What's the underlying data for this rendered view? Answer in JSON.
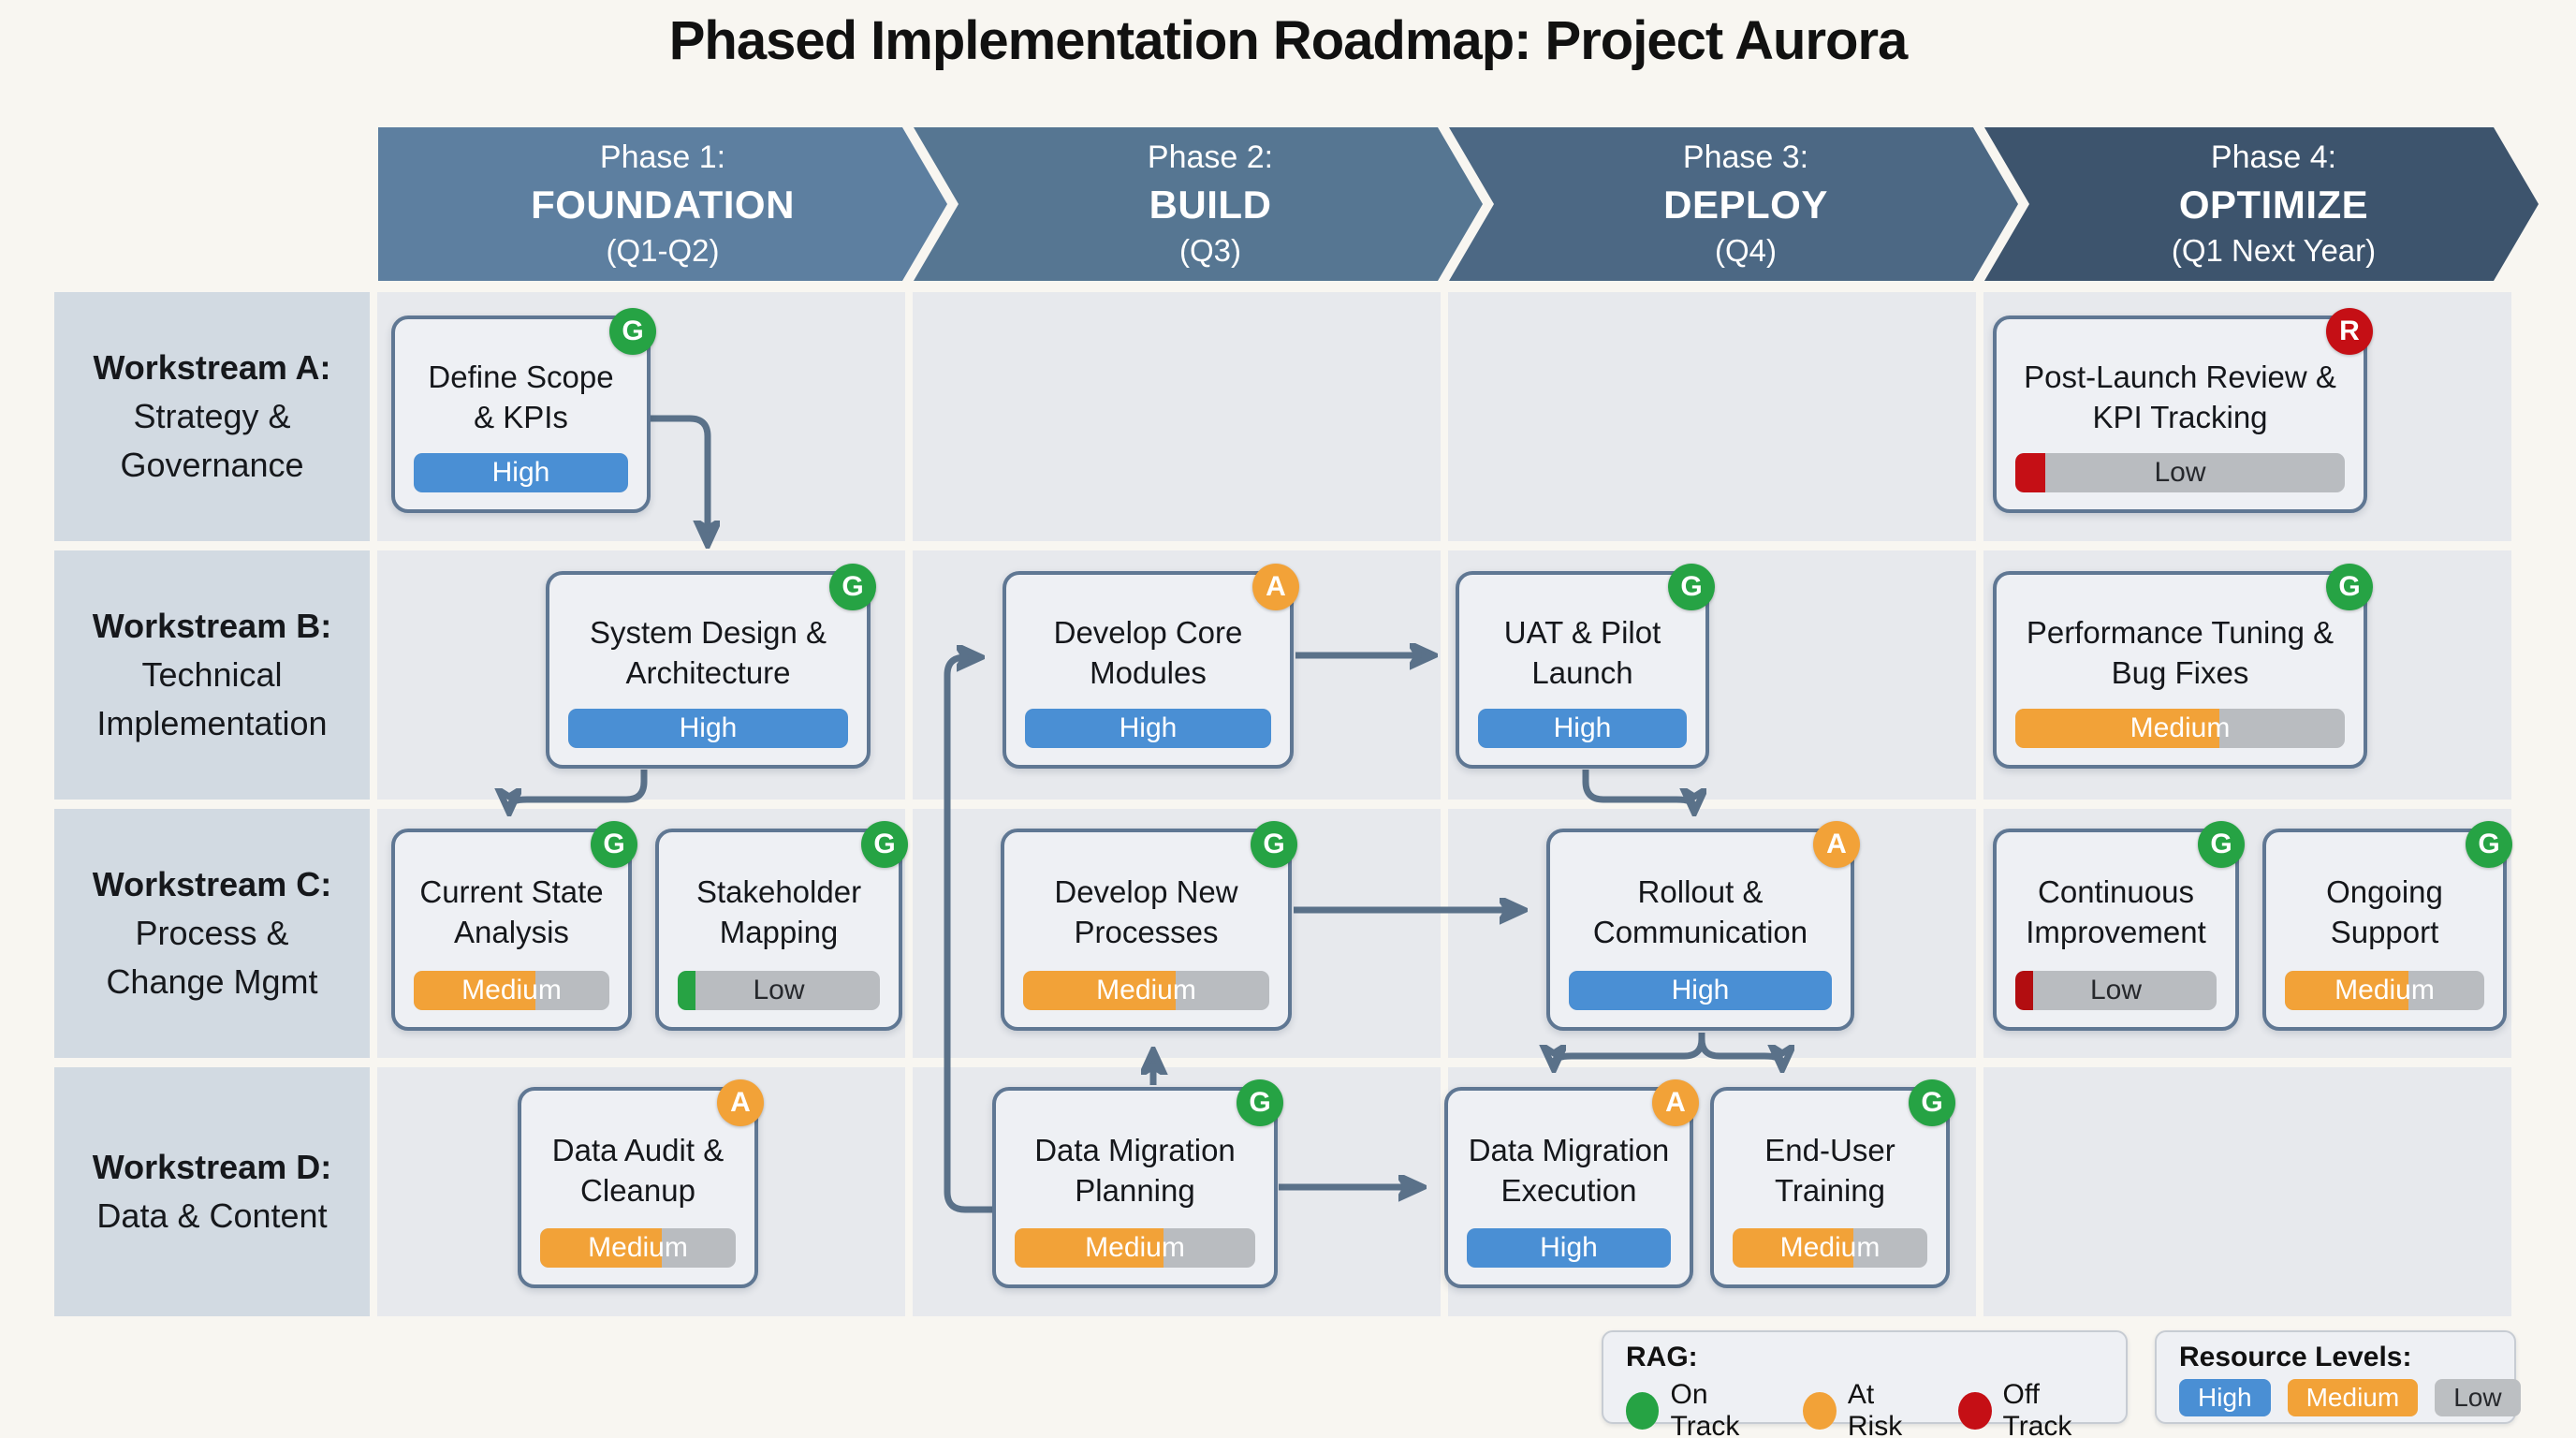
{
  "title": "Phased Implementation Roadmap: Project Aurora",
  "phases": [
    {
      "line1": "Phase 1:",
      "name": "FOUNDATION",
      "period": "(Q1-Q2)",
      "color": "#5d7fa0"
    },
    {
      "line1": "Phase 2:",
      "name": "BUILD",
      "period": "(Q3)",
      "color": "#567692"
    },
    {
      "line1": "Phase 3:",
      "name": "DEPLOY",
      "period": "(Q4)",
      "color": "#4c6884"
    },
    {
      "line1": "Phase 4:",
      "name": "OPTIMIZE",
      "period": "(Q1 Next Year)",
      "color": "#3d546d"
    }
  ],
  "workstreams": [
    {
      "line1": "Workstream A:",
      "line2": "Strategy &",
      "line3": "Governance"
    },
    {
      "line1": "Workstream B:",
      "line2": "Technical",
      "line3": "Implementation"
    },
    {
      "line1": "Workstream C:",
      "line2": "Process &",
      "line3": "Change Mgmt"
    },
    {
      "line1": "Workstream D:",
      "line2": "Data & Content",
      "line3": ""
    }
  ],
  "tasks": [
    {
      "title": "Define Scope & KPIs",
      "rag": "G",
      "level": "High",
      "workstream": "A",
      "phase": 1
    },
    {
      "title": "Post-Launch Review & KPI Tracking",
      "rag": "R",
      "level": "Low",
      "accent": "#c50f15",
      "workstream": "A",
      "phase": 4
    },
    {
      "title": "System Design & Architecture",
      "rag": "G",
      "level": "High",
      "workstream": "B",
      "phase": 1
    },
    {
      "title": "Develop Core Modules",
      "rag": "A",
      "level": "High",
      "workstream": "B",
      "phase": 2
    },
    {
      "title": "UAT & Pilot Launch",
      "rag": "G",
      "level": "High",
      "workstream": "B",
      "phase": 3
    },
    {
      "title": "Performance Tuning & Bug Fixes",
      "rag": "G",
      "level": "Medium",
      "workstream": "B",
      "phase": 4
    },
    {
      "title": "Current State Analysis",
      "rag": "G",
      "level": "Medium",
      "workstream": "C",
      "phase": 1
    },
    {
      "title": "Stakeholder Mapping",
      "rag": "G",
      "level": "Low",
      "accent": "#27a344",
      "workstream": "C",
      "phase": 1
    },
    {
      "title": "Develop New Processes",
      "rag": "G",
      "level": "Medium",
      "workstream": "C",
      "phase": 2
    },
    {
      "title": "Rollout & Communication",
      "rag": "A",
      "level": "High",
      "workstream": "C",
      "phase": 3
    },
    {
      "title": "Continuous Improvement",
      "rag": "G",
      "level": "Low",
      "accent": "#b20d10",
      "workstream": "C",
      "phase": 4
    },
    {
      "title": "Ongoing Support",
      "rag": "G",
      "level": "Medium",
      "workstream": "C",
      "phase": 4
    },
    {
      "title": "Data Audit & Cleanup",
      "rag": "A",
      "level": "Medium",
      "workstream": "D",
      "phase": 1
    },
    {
      "title": "Data Migration Planning",
      "rag": "G",
      "level": "Medium",
      "workstream": "D",
      "phase": 2
    },
    {
      "title": "Data Migration Execution",
      "rag": "A",
      "level": "High",
      "workstream": "D",
      "phase": 3
    },
    {
      "title": "End-User Training",
      "rag": "G",
      "level": "Medium",
      "workstream": "D",
      "phase": 3
    }
  ],
  "legend": {
    "rag_title": "RAG:",
    "rag_items": [
      {
        "label": "On Track",
        "color": "#26a344"
      },
      {
        "label": "At Risk",
        "color": "#f2a238"
      },
      {
        "label": "Off Track",
        "color": "#c50f15"
      }
    ],
    "resource_title": "Resource Levels:",
    "resource_items": [
      {
        "label": "High",
        "color": "#4a8fd4"
      },
      {
        "label": "Medium",
        "color": "#f2a238"
      },
      {
        "label": "Low",
        "color": "#bcbfc2"
      }
    ]
  },
  "colors": {
    "arrow": "#5a7189",
    "card_border": "#5f7793",
    "cell_bg": "#e7e9ed",
    "label_cell_bg": "#d2dae2",
    "page_bg": "#f8f6f1"
  }
}
